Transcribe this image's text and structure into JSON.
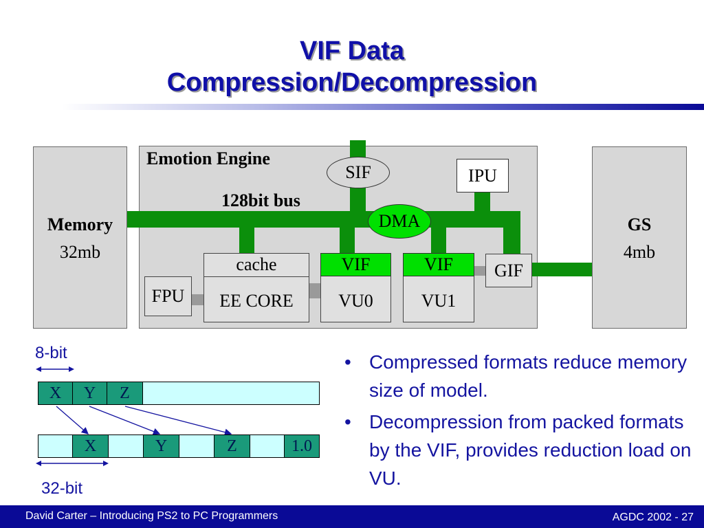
{
  "slide": {
    "title_line1": "VIF Data",
    "title_line2": "Compression/Decompression"
  },
  "diagram": {
    "memory_label": "Memory",
    "memory_size": "32mb",
    "gs_label": "GS",
    "gs_size": "4mb",
    "ee_label": "Emotion Engine",
    "bus_label": "128bit bus",
    "sif": "SIF",
    "ipu": "IPU",
    "dma": "DMA",
    "cache": "cache",
    "ee_core": "EE CORE",
    "fpu": "FPU",
    "vif0": "VIF",
    "vu0": "VU0",
    "vif1": "VIF",
    "vu1": "VU1",
    "gif": "GIF"
  },
  "packing": {
    "label_8bit": "8-bit",
    "label_32bit": "32-bit",
    "packed": [
      "X",
      "Y",
      "Z"
    ],
    "unpacked": [
      "X",
      "Y",
      "Z",
      "1.0"
    ]
  },
  "bullets": [
    "Compressed formats reduce memory size of model.",
    "Decompression from packed formats by the VIF, provides reduction load on VU."
  ],
  "bullet_glyph": "•",
  "footer": {
    "left": "David Carter – Introducing PS2 to PC Programmers",
    "right": "AGDC 2002 - 27"
  },
  "colors": {
    "title": "#1010a8",
    "bus": "#0b8f0b",
    "vif_green": "#00e000",
    "cell_teal": "#1a9a7a",
    "cell_cyan": "#ccffff",
    "footer_bg": "#0a0a96"
  }
}
